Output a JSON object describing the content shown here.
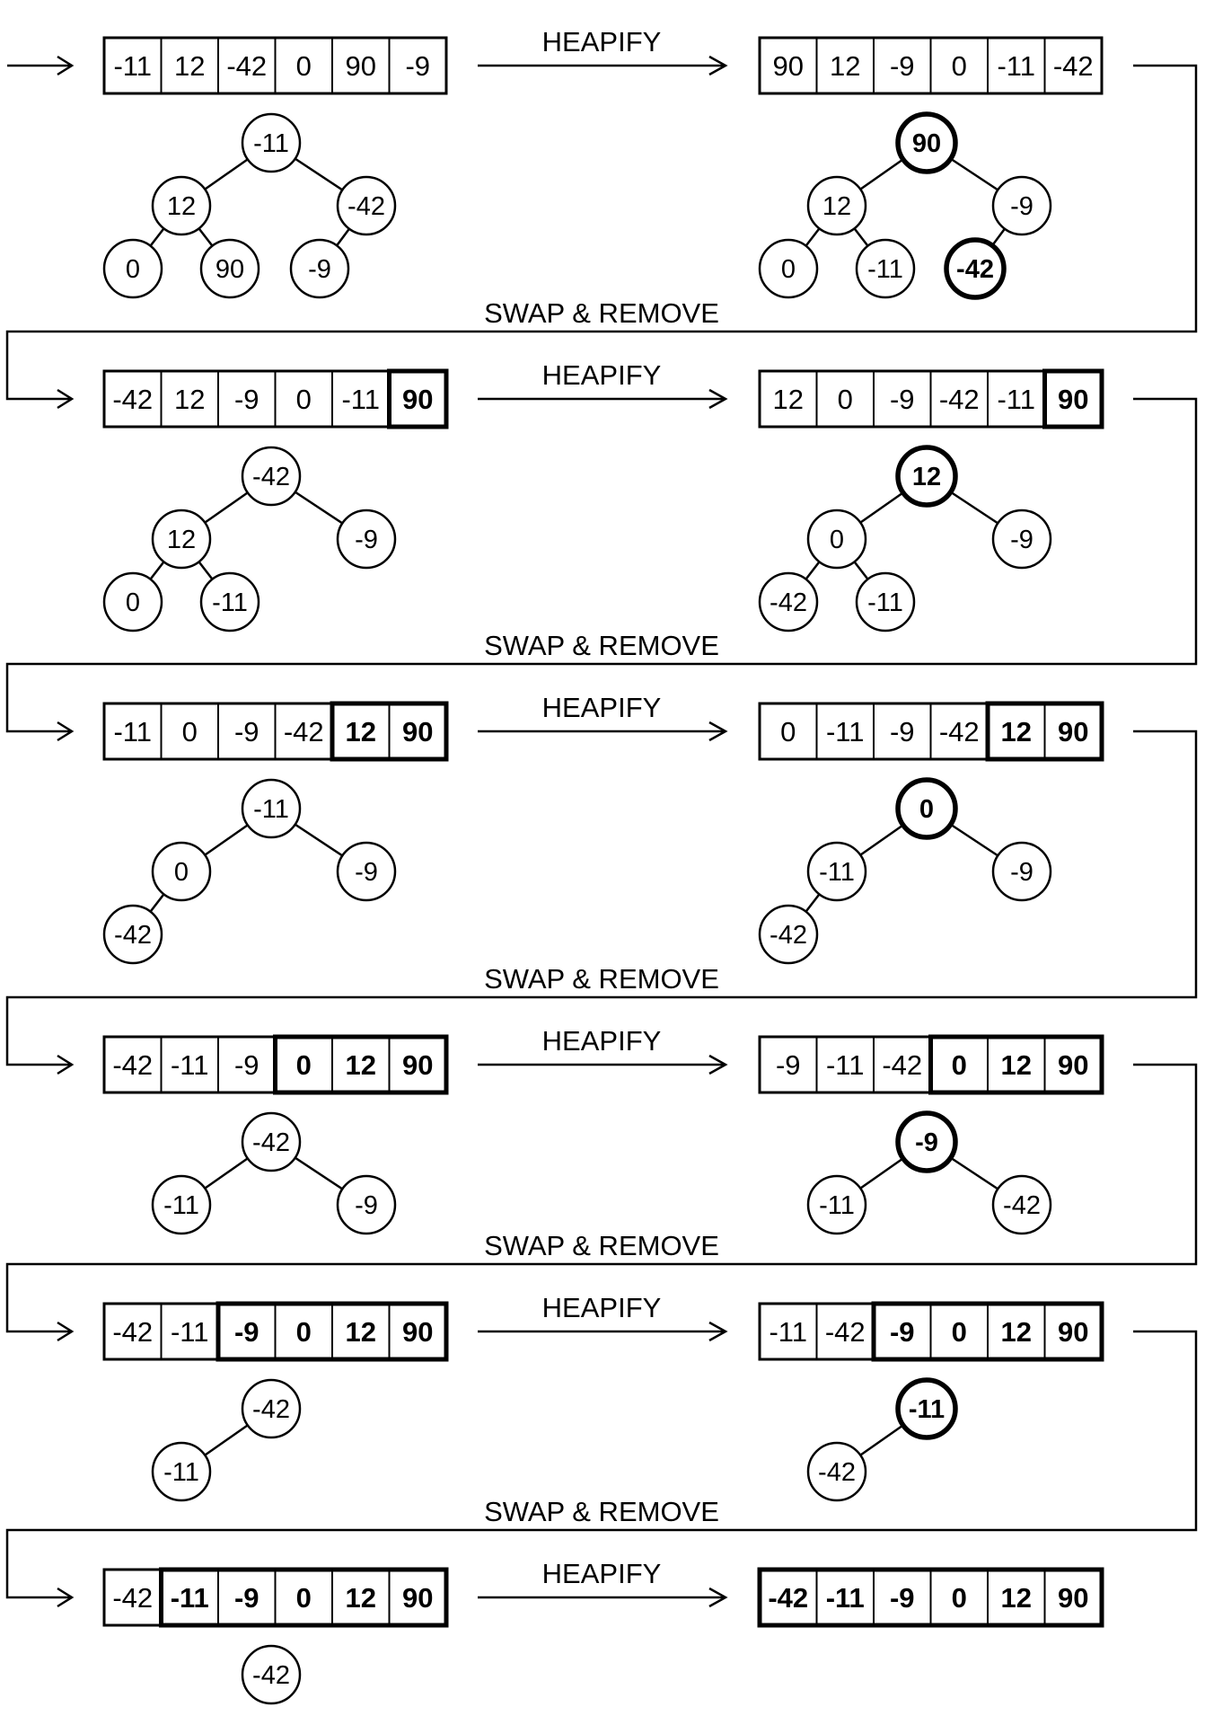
{
  "labels": {
    "heapify": "HEAPIFY",
    "swap_remove": "SWAP & REMOVE"
  },
  "rows": [
    {
      "before": {
        "array": [
          "-11",
          "12",
          "-42",
          "0",
          "90",
          "-9"
        ],
        "sorted_count": 0,
        "tree": [
          {
            "value": "-11",
            "bold": false
          },
          {
            "value": "12",
            "bold": false
          },
          {
            "value": "-42",
            "bold": false
          },
          {
            "value": "0",
            "bold": false
          },
          {
            "value": "90",
            "bold": false
          },
          {
            "value": "-9",
            "bold": false
          }
        ]
      },
      "after": {
        "array": [
          "90",
          "12",
          "-9",
          "0",
          "-11",
          "-42"
        ],
        "sorted_count": 0,
        "tree": [
          {
            "value": "90",
            "bold": true
          },
          {
            "value": "12",
            "bold": false
          },
          {
            "value": "-9",
            "bold": false
          },
          {
            "value": "0",
            "bold": false
          },
          {
            "value": "-11",
            "bold": false
          },
          {
            "value": "-42",
            "bold": true
          }
        ]
      }
    },
    {
      "before": {
        "array": [
          "-42",
          "12",
          "-9",
          "0",
          "-11",
          "90"
        ],
        "sorted_count": 1,
        "tree": [
          {
            "value": "-42",
            "bold": false
          },
          {
            "value": "12",
            "bold": false
          },
          {
            "value": "-9",
            "bold": false
          },
          {
            "value": "0",
            "bold": false
          },
          {
            "value": "-11",
            "bold": false
          }
        ]
      },
      "after": {
        "array": [
          "12",
          "0",
          "-9",
          "-42",
          "-11",
          "90"
        ],
        "sorted_count": 1,
        "tree": [
          {
            "value": "12",
            "bold": true
          },
          {
            "value": "0",
            "bold": false
          },
          {
            "value": "-9",
            "bold": false
          },
          {
            "value": "-42",
            "bold": false
          },
          {
            "value": "-11",
            "bold": false
          }
        ]
      }
    },
    {
      "before": {
        "array": [
          "-11",
          "0",
          "-9",
          "-42",
          "12",
          "90"
        ],
        "sorted_count": 2,
        "tree": [
          {
            "value": "-11",
            "bold": false
          },
          {
            "value": "0",
            "bold": false
          },
          {
            "value": "-9",
            "bold": false
          },
          {
            "value": "-42",
            "bold": false
          }
        ]
      },
      "after": {
        "array": [
          "0",
          "-11",
          "-9",
          "-42",
          "12",
          "90"
        ],
        "sorted_count": 2,
        "tree": [
          {
            "value": "0",
            "bold": true
          },
          {
            "value": "-11",
            "bold": false
          },
          {
            "value": "-9",
            "bold": false
          },
          {
            "value": "-42",
            "bold": false
          }
        ]
      }
    },
    {
      "before": {
        "array": [
          "-42",
          "-11",
          "-9",
          "0",
          "12",
          "90"
        ],
        "sorted_count": 3,
        "tree": [
          {
            "value": "-42",
            "bold": false
          },
          {
            "value": "-11",
            "bold": false
          },
          {
            "value": "-9",
            "bold": false
          }
        ]
      },
      "after": {
        "array": [
          "-9",
          "-11",
          "-42",
          "0",
          "12",
          "90"
        ],
        "sorted_count": 3,
        "tree": [
          {
            "value": "-9",
            "bold": true
          },
          {
            "value": "-11",
            "bold": false
          },
          {
            "value": "-42",
            "bold": false
          }
        ]
      }
    },
    {
      "before": {
        "array": [
          "-42",
          "-11",
          "-9",
          "0",
          "12",
          "90"
        ],
        "sorted_count": 4,
        "tree": [
          {
            "value": "-42",
            "bold": false
          },
          {
            "value": "-11",
            "bold": false
          }
        ]
      },
      "after": {
        "array": [
          "-11",
          "-42",
          "-9",
          "0",
          "12",
          "90"
        ],
        "sorted_count": 4,
        "tree": [
          {
            "value": "-11",
            "bold": true
          },
          {
            "value": "-42",
            "bold": false
          }
        ]
      }
    },
    {
      "before": {
        "array": [
          "-42",
          "-11",
          "-9",
          "0",
          "12",
          "90"
        ],
        "sorted_count": 5,
        "tree": [
          {
            "value": "-42",
            "bold": false
          }
        ]
      },
      "after": {
        "array": [
          "-42",
          "-11",
          "-9",
          "0",
          "12",
          "90"
        ],
        "sorted_count": 6,
        "tree": []
      }
    }
  ]
}
